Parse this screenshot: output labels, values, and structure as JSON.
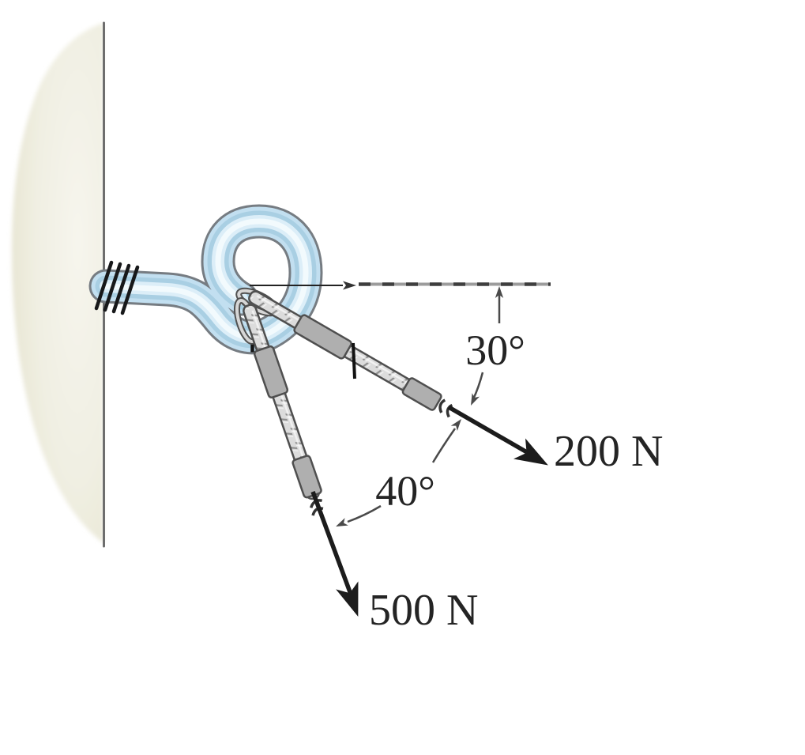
{
  "diagram": {
    "kind": "statics-force-diagram",
    "subject": "screw hook in wall with two cord forces",
    "angles": {
      "a30": {
        "label": "30°",
        "degrees": 30,
        "between": "horizontal dashed reference line and 200 N force"
      },
      "a40": {
        "label": "40°",
        "degrees": 40,
        "between": "200 N force and 500 N force"
      }
    },
    "forces": {
      "f200": {
        "label": "200 N",
        "magnitude": 200,
        "unit": "N",
        "angle_below_horizontal_deg": 30
      },
      "f500": {
        "label": "500 N",
        "magnitude": 500,
        "unit": "N",
        "angle_below_horizontal_deg": 70
      }
    },
    "colors": {
      "hook_fill": "#C2DFF0",
      "hook_stripe": "#A9CFE3",
      "hook_highlight": "#F2FAFD",
      "hook_outline": "#767C82",
      "wall_fill": "#F0EFE2",
      "wall_edge": "#6E6E6E",
      "rope_fill": "#DCDCDC",
      "rope_sleeve": "#AFAFAF",
      "rope_outline": "#4F4F4F",
      "force_arrow_black": "#1C1C1C",
      "dimension_gray": "#4A4A4A",
      "text_color": "#242424"
    }
  }
}
